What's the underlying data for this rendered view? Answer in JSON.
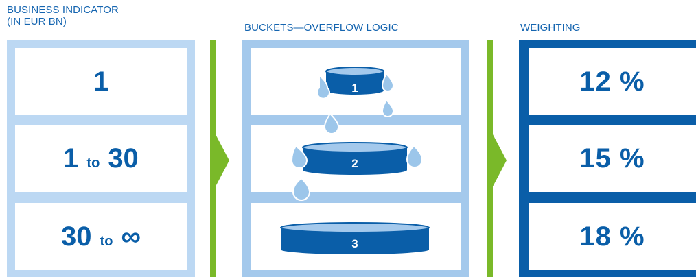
{
  "headers": {
    "business_indicator_line1": "BUSINESS INDICATOR",
    "business_indicator_line2": "(IN EUR BN)",
    "buckets": "BUCKETS—OVERFLOW LOGIC",
    "weighting": "WEIGHTING"
  },
  "business_indicator": [
    {
      "from": "1",
      "to_word": "",
      "to": ""
    },
    {
      "from": "1",
      "to_word": "to",
      "to": "30"
    },
    {
      "from": "30",
      "to_word": "to",
      "to": "∞"
    }
  ],
  "buckets": [
    {
      "label": "1"
    },
    {
      "label": "2"
    },
    {
      "label": "3"
    }
  ],
  "weighting": [
    {
      "value": "12 %"
    },
    {
      "value": "15 %"
    },
    {
      "value": "18 %"
    }
  ],
  "colors": {
    "dark_blue": "#0a5ea8",
    "light_blue": "#bcd8f3",
    "mid_blue": "#a4c9ec",
    "arrow_green": "#7ab929",
    "drop_blue": "#9cc6ea"
  }
}
